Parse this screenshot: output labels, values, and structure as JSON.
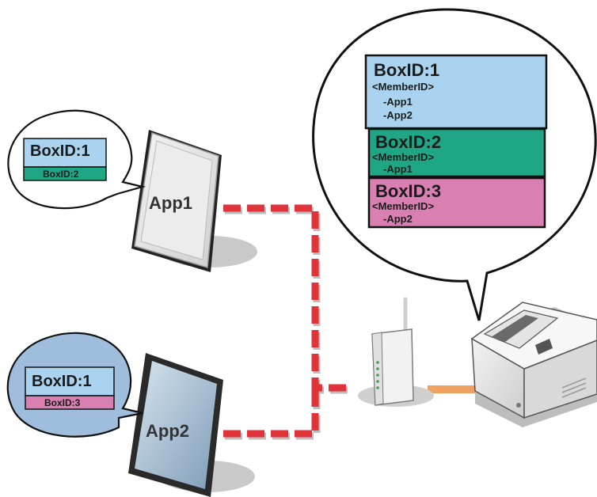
{
  "colors": {
    "box1": "#a9d3ee",
    "box2": "#1fa684",
    "box3": "#da7fb2",
    "network_dash": "#e0333a",
    "usb_cable": "#f0a060",
    "bubble_app2_fill": "#9fbedd"
  },
  "app1": {
    "label": "App1",
    "bubble": {
      "primary": "BoxID:1",
      "secondary": "BoxID:2"
    }
  },
  "app2": {
    "label": "App2",
    "bubble": {
      "primary": "BoxID:1",
      "secondary": "BoxID:3"
    }
  },
  "printer_bubble": {
    "boxes": [
      {
        "title": "BoxID:1",
        "header": "<MemberID>",
        "members": [
          "-App1",
          "-App2"
        ]
      },
      {
        "title": "BoxID:2",
        "header": "<MemberID>",
        "members": [
          "-App1"
        ]
      },
      {
        "title": "BoxID:3",
        "header": "<MemberID>",
        "members": [
          "-App2"
        ]
      }
    ]
  },
  "icons": {
    "tablet1": "tablet-icon",
    "tablet2": "tablet-icon",
    "router": "wireless-router-icon",
    "printer": "receipt-printer-icon"
  }
}
